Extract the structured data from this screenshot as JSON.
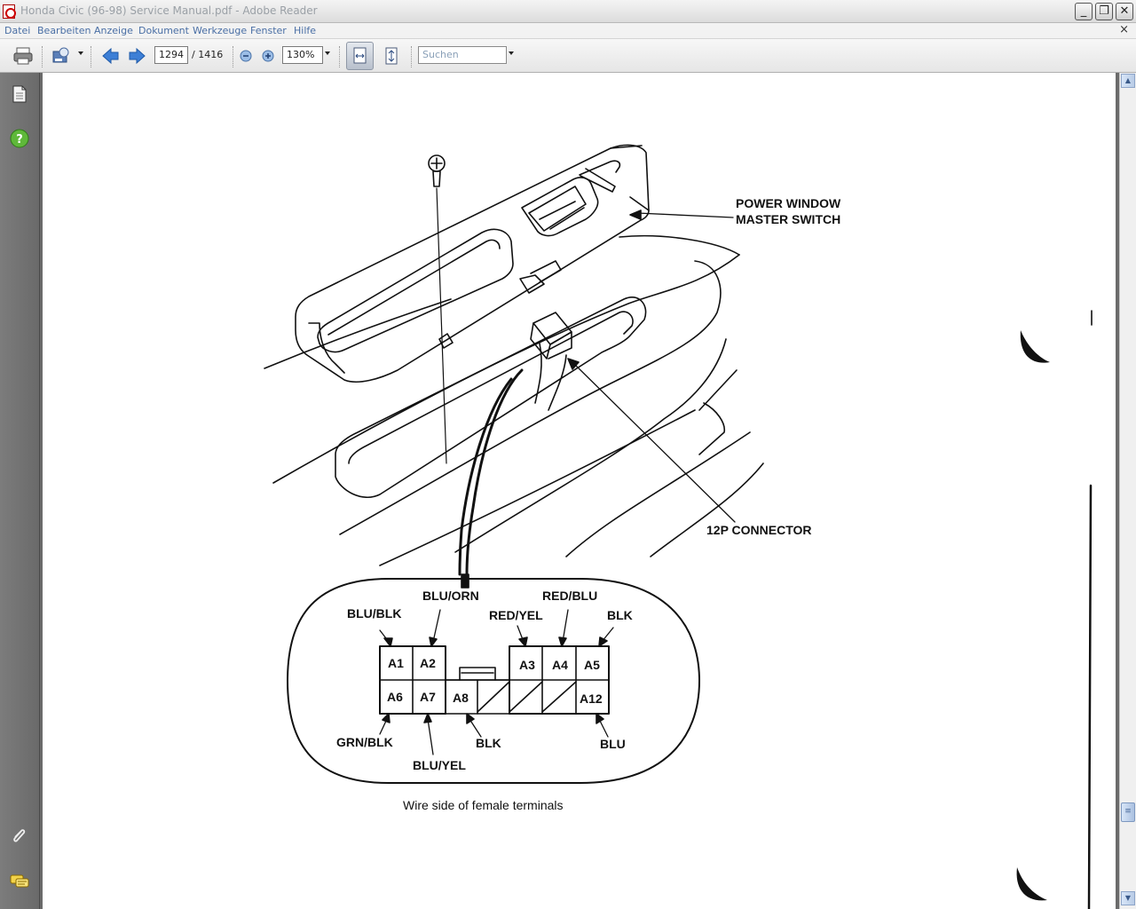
{
  "window": {
    "title": "Honda Civic (96-98) Service Manual.pdf - Adobe Reader",
    "minimize": "_",
    "restore": "❐",
    "close": "✕"
  },
  "menu": {
    "items": [
      "Datei",
      "Bearbeiten",
      "Anzeige",
      "Dokument",
      "Werkzeuge",
      "Fenster",
      "Hilfe"
    ],
    "close_doc": "×"
  },
  "toolbar": {
    "page_current": "1294",
    "page_total": "/ 1416",
    "zoom": "130%",
    "search_placeholder": "Suchen"
  },
  "document": {
    "labels": {
      "master_switch_1": "POWER WINDOW",
      "master_switch_2": "MASTER SWITCH",
      "connector": "12P CONNECTOR",
      "caption": "Wire side of female terminals"
    },
    "wire_colors": {
      "a1": "BLU/BLK",
      "a2": "BLU/ORN",
      "a3": "RED/YEL",
      "a4": "RED/BLU",
      "a5": "BLK",
      "a6": "GRN/BLK",
      "a7": "BLU/YEL",
      "a8": "BLK",
      "a12": "BLU"
    },
    "terminals": {
      "a1": "A1",
      "a2": "A2",
      "a3": "A3",
      "a4": "A4",
      "a5": "A5",
      "a6": "A6",
      "a7": "A7",
      "a8": "A8",
      "a12": "A12"
    }
  },
  "icons": {
    "app": "pdf-icon",
    "print": "printer-icon",
    "prev": "arrow-left-icon",
    "next": "arrow-right-icon",
    "zoom_out": "zoom-out-icon",
    "zoom_in": "zoom-in-icon",
    "fit_width": "fit-width-icon",
    "fit_page": "fit-page-icon",
    "pages": "pages-icon",
    "help": "help-icon",
    "attach": "paperclip-icon",
    "comments": "comments-icon"
  }
}
